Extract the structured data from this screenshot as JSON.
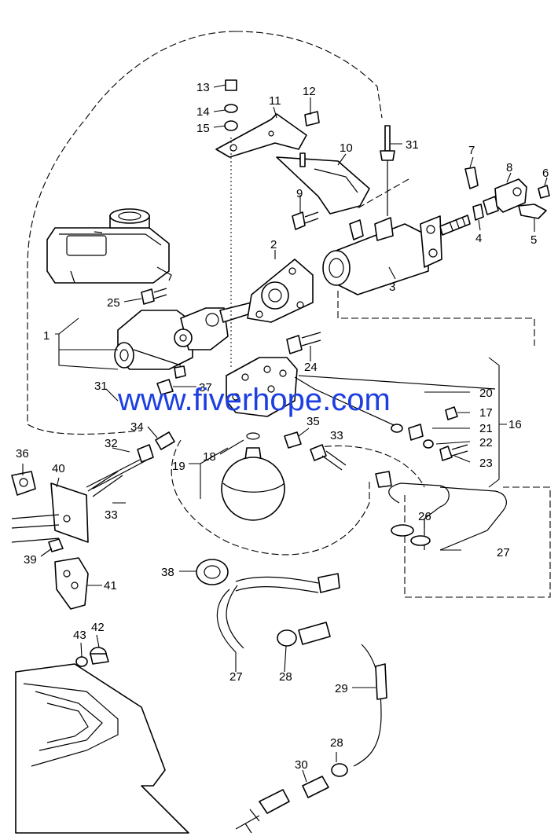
{
  "watermark": "www.fiverhope.com",
  "colors": {
    "line": "#000000",
    "background": "#ffffff",
    "watermark": "#1d3fe0"
  },
  "callouts": [
    "1",
    "2",
    "3",
    "4",
    "5",
    "6",
    "7",
    "8",
    "9",
    "10",
    "11",
    "12",
    "13",
    "14",
    "15",
    "16",
    "17",
    "18",
    "19",
    "20",
    "21",
    "22",
    "23",
    "24",
    "25",
    "26",
    "27",
    "28",
    "29",
    "30",
    "31",
    "32",
    "33",
    "34",
    "35",
    "36",
    "37",
    "38",
    "39",
    "40",
    "41",
    "42",
    "43"
  ]
}
